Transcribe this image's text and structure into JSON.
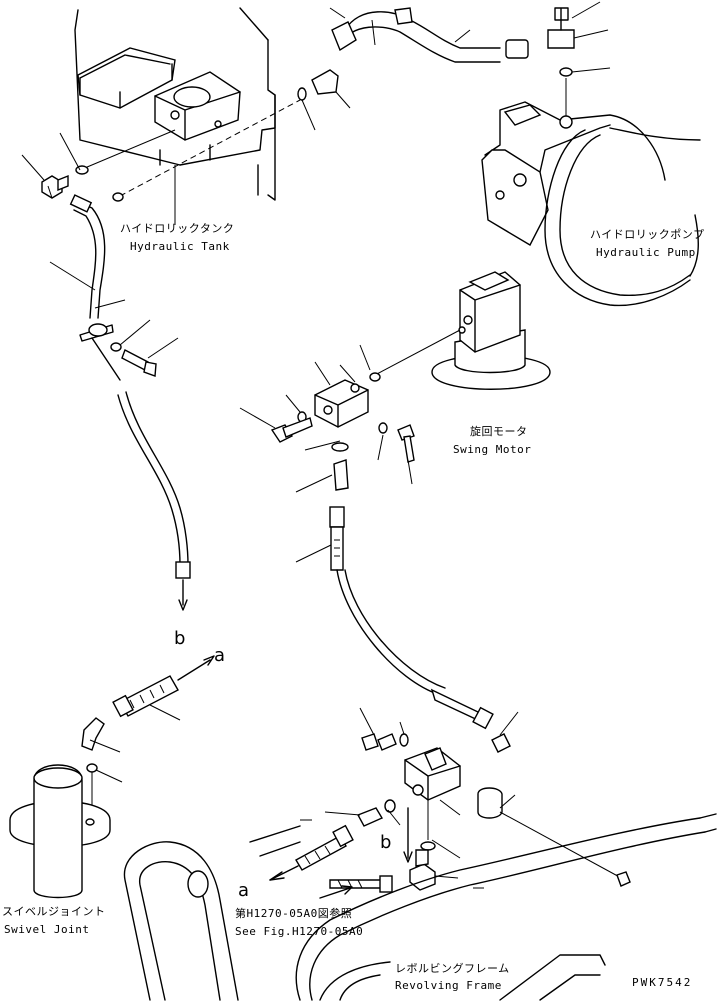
{
  "labels": {
    "hydraulic_tank_jp": "ハイドロリックタンク",
    "hydraulic_tank_en": "Hydraulic Tank",
    "hydraulic_pump_jp": "ハイドロリックポンプ",
    "hydraulic_pump_en": "Hydraulic Pump",
    "swing_motor_jp": "旋回モータ",
    "swing_motor_en": "Swing Motor",
    "swivel_joint_jp": "スイベルジョイント",
    "swivel_joint_en": "Swivel Joint",
    "see_fig_jp": "第H1270-05A0図参照",
    "see_fig_en": "See Fig.H1270-05A0",
    "revolving_frame_jp": "レボルビングフレーム",
    "revolving_frame_en": "Revolving Frame"
  },
  "callouts": {
    "a_top": "a",
    "b_top": "b",
    "b_bottom": "b",
    "a_bottom": "a"
  },
  "drawing_code": "PWK7542"
}
